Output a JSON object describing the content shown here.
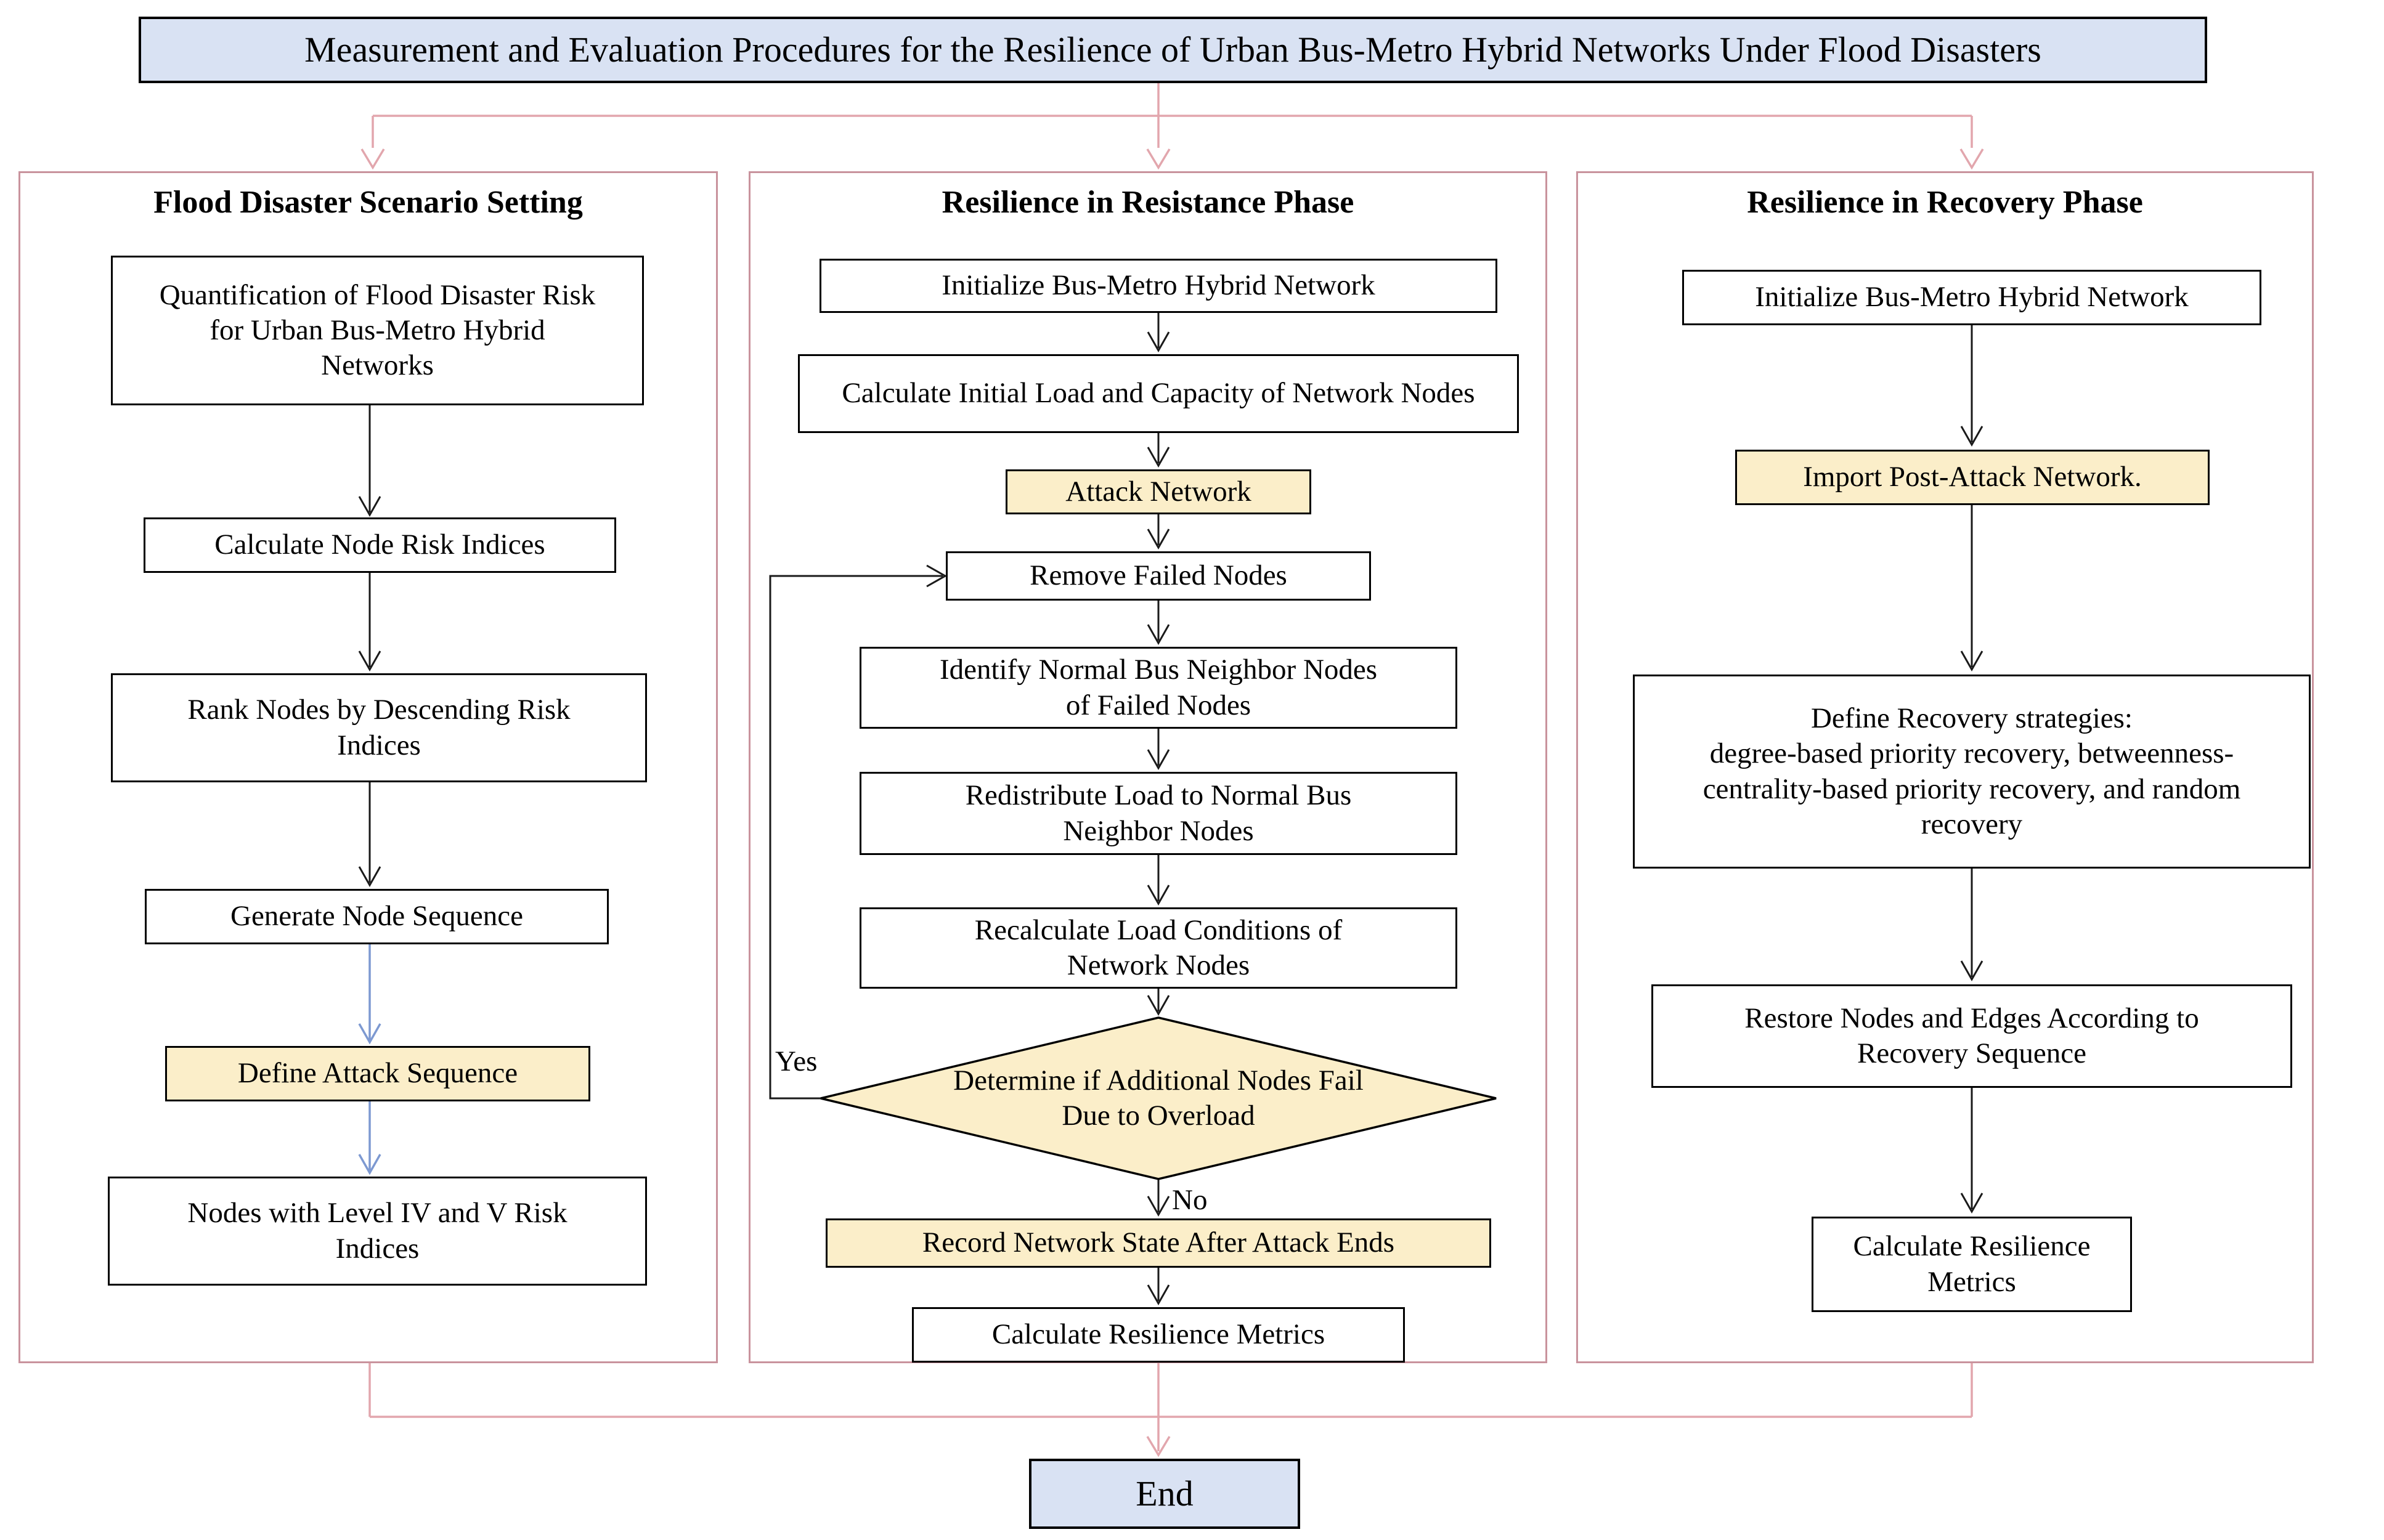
{
  "title": "Measurement and Evaluation Procedures for the Resilience of Urban Bus-Metro Hybrid Networks Under Flood Disasters",
  "end_label": "End",
  "colors": {
    "title_fill": "#d9e2f3",
    "highlight_fill": "#fbeec9",
    "frame_pink": "#c9939d",
    "connector_pink": "#e2a6ad",
    "arrow_blue": "#7d99d1",
    "arrow_black": "#1a1a1a"
  },
  "col1": {
    "header": "Flood Disaster Scenario Setting",
    "box1": "Quantification of Flood Disaster Risk for Urban Bus-Metro Hybrid Networks",
    "box2": "Calculate Node Risk Indices",
    "box3": "Rank Nodes by Descending Risk Indices",
    "box4": "Generate Node Sequence",
    "box5": "Define Attack Sequence",
    "box6": "Nodes with Level IV and V Risk Indices"
  },
  "col2": {
    "header": "Resilience in Resistance Phase",
    "box1": "Initialize Bus-Metro Hybrid Network",
    "box2": "Calculate Initial Load and Capacity of Network Nodes",
    "box3": "Attack Network",
    "box4": "Remove Failed Nodes",
    "box5": "Identify Normal Bus Neighbor Nodes of Failed Nodes",
    "box6": "Redistribute Load to Normal Bus Neighbor Nodes",
    "box7": "Recalculate Load Conditions of Network Nodes",
    "decision": "Determine if Additional Nodes Fail Due to Overload",
    "yes_label": "Yes",
    "no_label": "No",
    "box8": "Record Network State After Attack Ends",
    "box9": "Calculate Resilience Metrics"
  },
  "col3": {
    "header": "Resilience in Recovery Phase",
    "box1": "Initialize Bus-Metro Hybrid Network",
    "box2": "Import Post-Attack Network.",
    "box3_line1": "Define Recovery strategies:",
    "box3_body": "degree-based priority recovery, betweenness-centrality-based priority recovery, and random recovery",
    "box4": "Restore Nodes and Edges According to Recovery Sequence",
    "box5": "Calculate Resilience Metrics"
  }
}
